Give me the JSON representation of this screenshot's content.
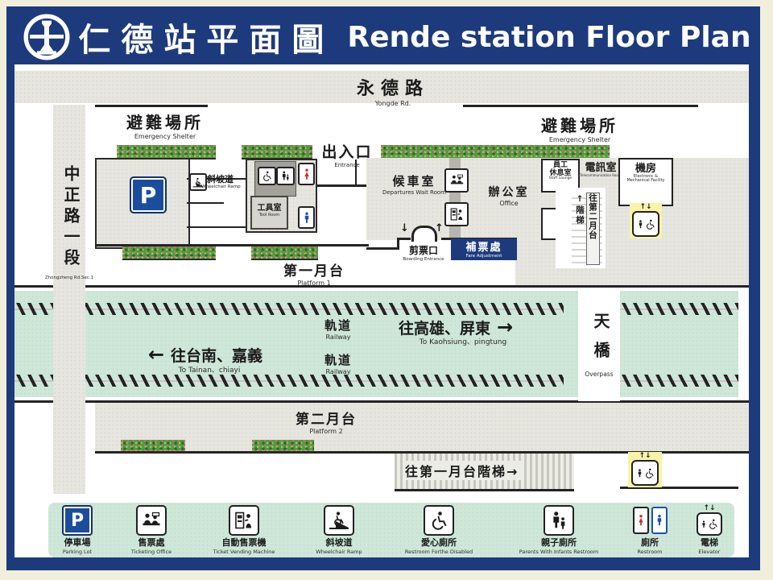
{
  "header": {
    "logo": "tra-logo-icon",
    "title_zh": "仁德站平面圖",
    "title_en": "Rende station Floor Plan"
  },
  "roads": {
    "top": {
      "zh": "永德路",
      "en": "Yongde Rd."
    },
    "left": {
      "zh": "中正路一段",
      "en": "Zhongzheng Rd.Sec.1"
    }
  },
  "map": {
    "shelter_left": {
      "zh": "避難場所",
      "en": "Emergency Shelter"
    },
    "shelter_right": {
      "zh": "避難場所",
      "en": "Emergency Shelter"
    },
    "entrance": {
      "zh": "出入口",
      "en": "Entrance"
    },
    "parking_sign": "P",
    "ramp": {
      "zh": "斜坡道",
      "en": "Wheelchair Ramp"
    },
    "tool_room": {
      "zh": "工具室",
      "en": "Tool Room"
    },
    "waiting_room": {
      "zh": "候車室",
      "en": "Departures Wait Room"
    },
    "office": {
      "zh": "辦公室",
      "en": "Office"
    },
    "staff_lounge": {
      "zh1": "員工",
      "zh2": "休息室",
      "en": "Staff Lounge"
    },
    "telecom_room": {
      "zh": "電訊室",
      "en": "Telecommunication Room"
    },
    "machine_room": {
      "zh": "機房",
      "en": "Electronic & Mechanical Facility"
    },
    "boarding_gate": {
      "zh": "剪票口",
      "en": "Boarding Entrance",
      "down": "↓",
      "up": "↑"
    },
    "fare_adjustment": {
      "zh": "補票處",
      "en": "Fare Adjustment"
    },
    "stairs_to_p2": {
      "col_stairs": "↑階梯",
      "col_dest": "往第二月台"
    },
    "platform1": {
      "zh": "第一月台",
      "en": "Platform 1"
    },
    "platform2": {
      "zh": "第二月台",
      "en": "Platform 2"
    },
    "track1": {
      "zh": "軌道",
      "en": "Railway"
    },
    "track2": {
      "zh": "軌道",
      "en": "Railway"
    },
    "dir_west": {
      "arrow": "←",
      "zh": "往台南、嘉義",
      "en": "To Tainan、chiayi"
    },
    "dir_east": {
      "zh": "往高雄、屏東",
      "arrow": "→",
      "en": "To Kaohsiung、pingtung"
    },
    "overpass": {
      "zh": "天橋",
      "en": "Overpass"
    },
    "stairs_to_p1": "往第一月台階梯→",
    "elevator_arrows": "↑↓"
  },
  "legend": {
    "items": [
      {
        "icon": "parking-icon",
        "zh": "停車場",
        "en": "Parking Lot"
      },
      {
        "icon": "ticket-office-icon",
        "zh": "售票處",
        "en": "Ticketing Office"
      },
      {
        "icon": "vending-machine-icon",
        "zh": "自動售票機",
        "en": "Ticket Vending Machine"
      },
      {
        "icon": "wheelchair-ramp-icon",
        "zh": "斜坡道",
        "en": "Wheelchair Ramp"
      },
      {
        "icon": "accessible-restroom-icon",
        "zh": "愛心廁所",
        "en": "Restroom Forthe Disabled"
      },
      {
        "icon": "family-restroom-icon",
        "zh": "親子廁所",
        "en": "Parents With Infants Restroom"
      },
      {
        "icon": "restroom-icon",
        "zh": "廁所",
        "en": "Restroom"
      },
      {
        "icon": "elevator-icon",
        "zh": "電梯",
        "en": "Elevator"
      }
    ]
  },
  "colors": {
    "navy": "#1d3a7c",
    "mint": "#cfe7d9",
    "gray": "#e6e5df",
    "hedge_green": "#4f9c3c",
    "female_red": "#d4282a",
    "male_blue": "#1d52a8",
    "elevator_yellow": "#f7f4a8"
  }
}
